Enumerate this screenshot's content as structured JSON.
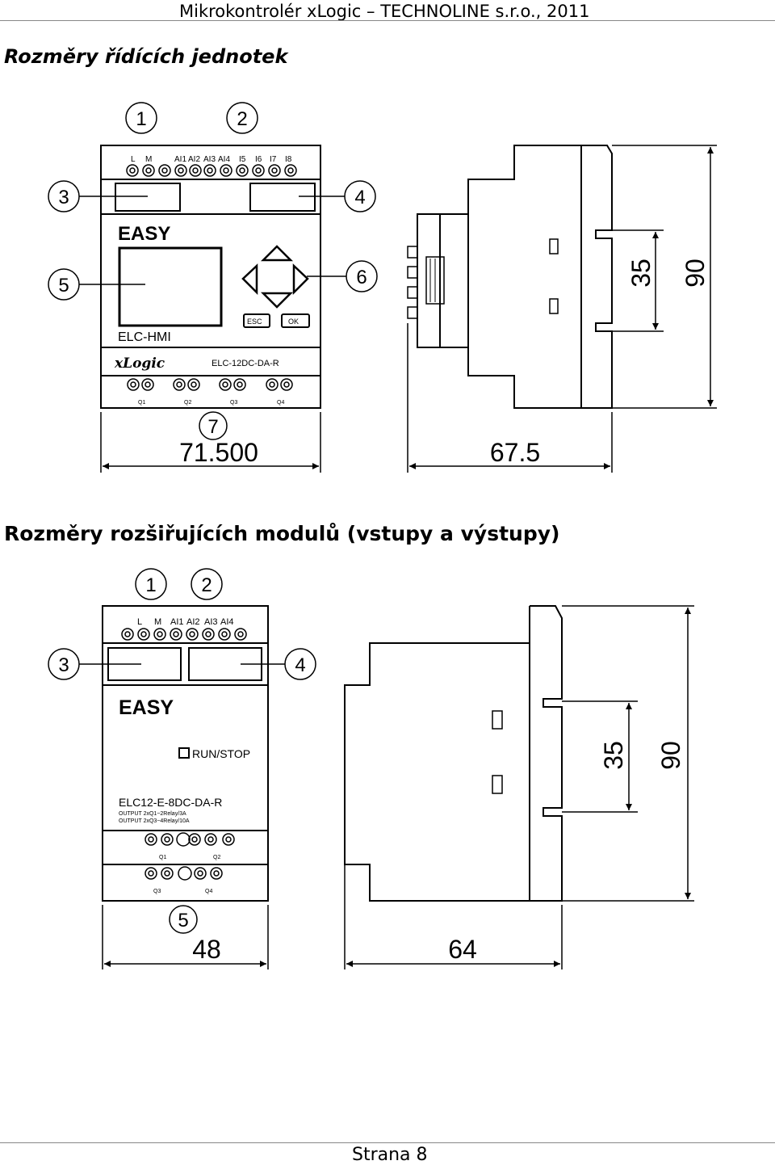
{
  "header": {
    "text": "Mikrokontrolér xLogic – TECHNOLINE s.r.o., 2011"
  },
  "section1": {
    "title": "Rozměry řídících jednotek",
    "callouts": [
      "1",
      "2",
      "3",
      "4",
      "5",
      "6",
      "7"
    ],
    "top_terminals": [
      "L",
      "M",
      "AI1",
      "AI2",
      "AI3",
      "AI4",
      "I5",
      "I6",
      "I7",
      "I8"
    ],
    "brand": "EASY",
    "model_hmi": "ELC-HMI",
    "logo": "xLogic",
    "model": "ELC-12DC-DA-R",
    "btn_esc": "ESC",
    "btn_ok": "OK",
    "outputs": [
      "Q1",
      "Q2",
      "Q3",
      "Q4"
    ],
    "width_dim": "71.500",
    "depth_dim": "67.5",
    "rail_dim": "35",
    "height_dim": "90"
  },
  "section2": {
    "title": "Rozměry rozšiřujících modulů (vstupy a výstupy)",
    "callouts": [
      "1",
      "2",
      "3",
      "4",
      "5"
    ],
    "top_terminals": [
      "L",
      "M",
      "AI1",
      "AI2",
      "AI3",
      "AI4"
    ],
    "brand": "EASY",
    "run_stop": "RUN/STOP",
    "model": "ELC12-E-8DC-DA-R",
    "output_line1": "OUTPUT 2xQ1~2Relay/3A",
    "output_line2": "OUTPUT 2xQ3~4Relay/10A",
    "outputs": [
      "Q1",
      "Q2",
      "Q3",
      "Q4"
    ],
    "width_dim": "48",
    "depth_dim": "64",
    "rail_dim": "35",
    "height_dim": "90"
  },
  "footer": {
    "text": "Strana 8"
  }
}
